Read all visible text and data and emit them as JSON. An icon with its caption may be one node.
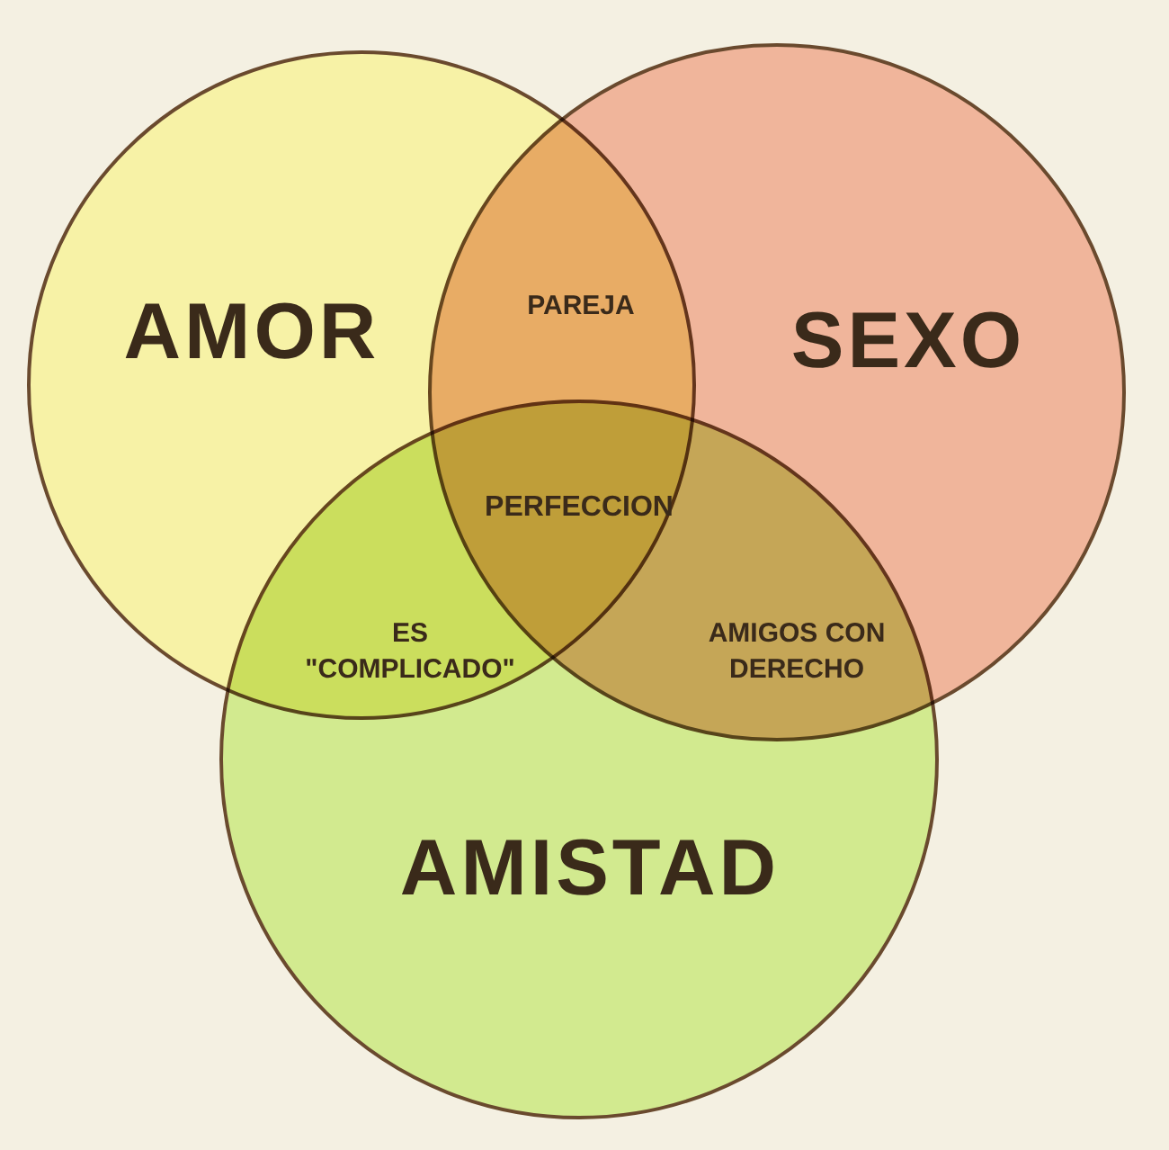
{
  "diagram": {
    "nodes": [
      {
        "text": [
          "AMOR"
        ]
      },
      {
        "text": [
          "SEXO"
        ]
      },
      {
        "text": [
          "AMISTAD"
        ]
      }
    ],
    "labels": [
      "PAREJA",
      "PERFECCION",
      "ES \"COMPLICADO\"",
      "AMIGOS CON DERECHO"
    ]
  }
}
